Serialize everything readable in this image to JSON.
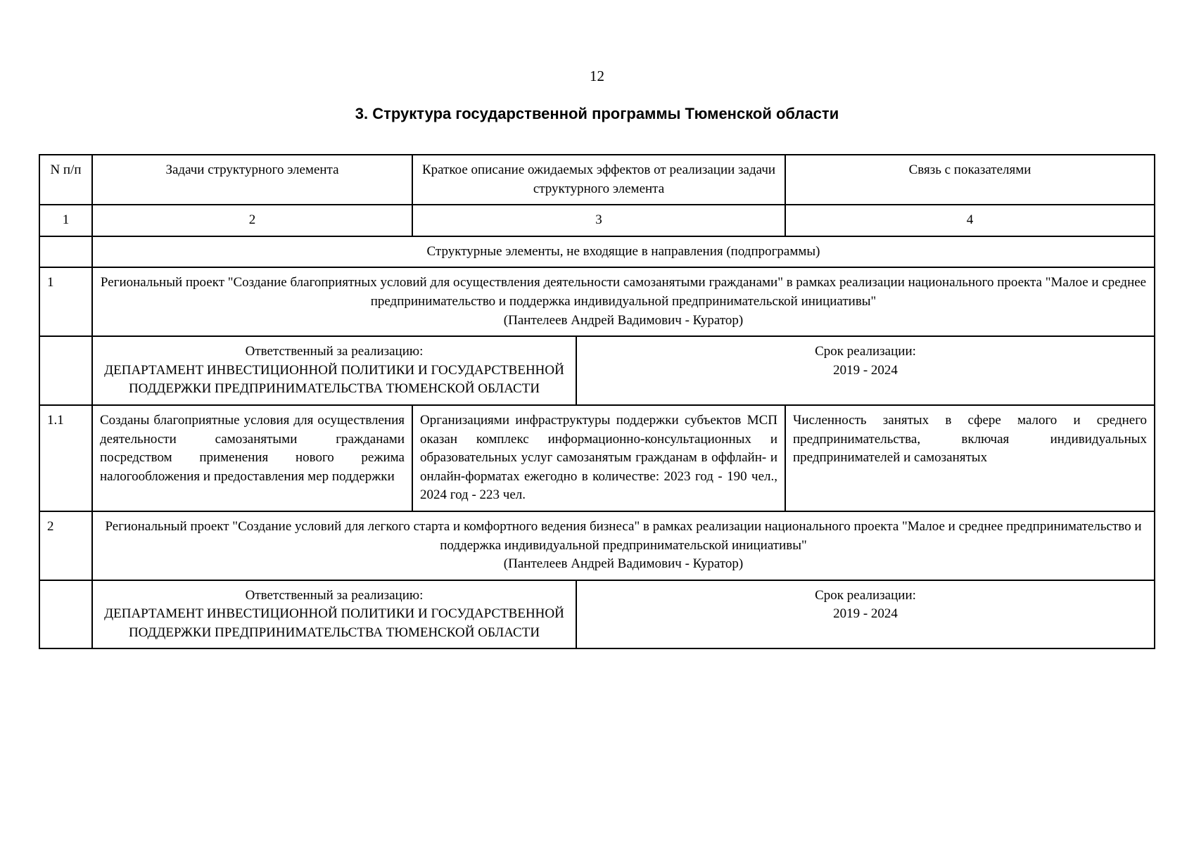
{
  "page": {
    "number": "12",
    "title": "3. Структура государственной программы Тюменской области"
  },
  "table": {
    "header": {
      "col1": "N п/п",
      "col2": "Задачи структурного элемента",
      "col3": "Краткое описание ожидаемых эффектов от реализации задачи структурного элемента",
      "col4": "Связь с показателями"
    },
    "numbers": {
      "col1": "1",
      "col2": "2",
      "col3": "3",
      "col4": "4"
    },
    "section_title": "Структурные элементы, не входящие в направления (подпрограммы)",
    "row1": {
      "num": "1",
      "text": "Региональный проект \"Создание благоприятных условий для осуществления деятельности самозанятыми гражданами\" в рамках реализации национального проекта \"Малое и среднее предпринимательство и поддержка индивидуальной предпринимательской инициативы\"",
      "curator": "(Пантелеев Андрей Вадимович - Куратор)"
    },
    "responsible": {
      "label": "Ответственный за реализацию:",
      "org": "ДЕПАРТАМЕНТ ИНВЕСТИЦИОННОЙ ПОЛИТИКИ И ГОСУДАРСТВЕННОЙ ПОДДЕРЖКИ ПРЕДПРИНИМАТЕЛЬСТВА ТЮМЕНСКОЙ ОБЛАСТИ",
      "term_label": "Срок реализации:",
      "term": "2019 - 2024"
    },
    "row11": {
      "num": "1.1",
      "task": "Созданы благоприятные условия для осуществления деятельности самозанятыми гражданами посредством применения нового режима налогообложения и предоставления мер поддержки",
      "effect": "Организациями инфраструктуры поддержки субъектов МСП оказан комплекс информационно-консультационных и образовательных услуг самозанятым гражданам в оффлайн- и онлайн-форматах ежегодно в количестве: 2023 год - 190 чел., 2024 год - 223 чел.",
      "indicator": "Численность занятых в сфере малого и среднего предпринимательства, включая индивидуальных предпринимателей и самозанятых"
    },
    "row2": {
      "num": "2",
      "text": "Региональный проект \"Создание условий для легкого старта и комфортного ведения бизнеса\" в рамках реализации национального проекта \"Малое и среднее предпринимательство и поддержка индивидуальной предпринимательской инициативы\"",
      "curator": "(Пантелеев Андрей Вадимович - Куратор)"
    }
  }
}
